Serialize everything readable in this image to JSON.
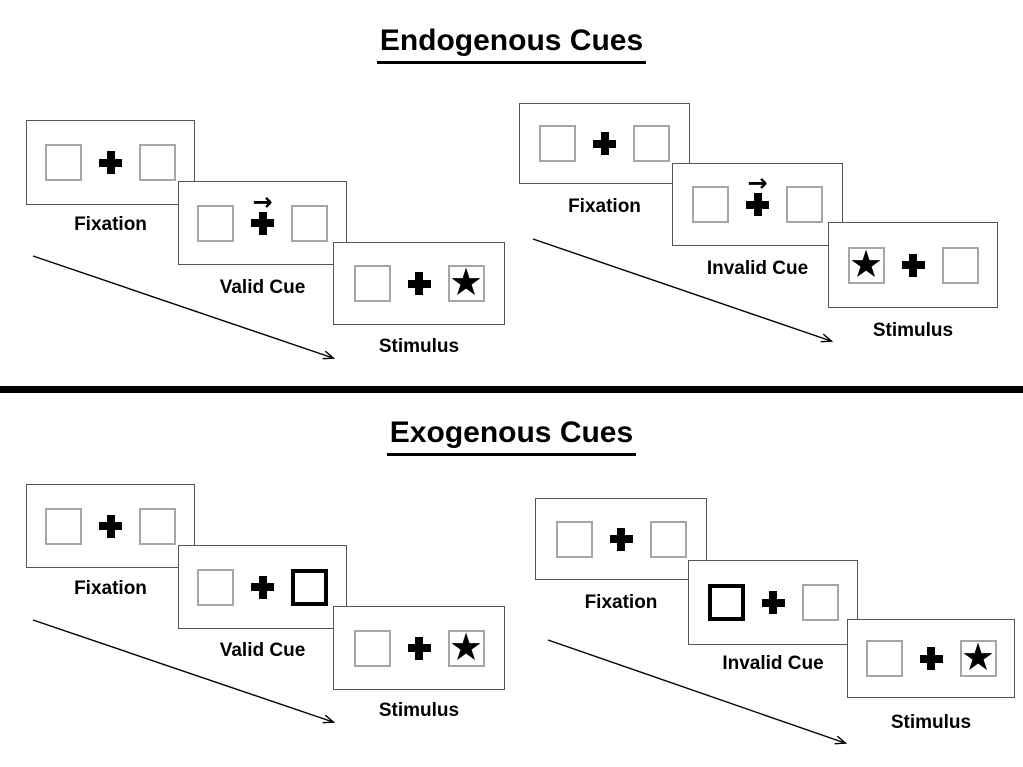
{
  "sections": [
    {
      "title": "Endogenous Cues",
      "panels": [
        {
          "name": "endogenous-valid",
          "cards": [
            {
              "label": "Fixation",
              "left_box": "empty",
              "right_box": "empty",
              "arrow_above_cross": false
            },
            {
              "label": "Valid Cue",
              "left_box": "empty",
              "right_box": "empty",
              "arrow_above_cross": true
            },
            {
              "label": "Stimulus",
              "left_box": "empty",
              "right_box": "star",
              "arrow_above_cross": false
            }
          ]
        },
        {
          "name": "endogenous-invalid",
          "cards": [
            {
              "label": "Fixation",
              "left_box": "empty",
              "right_box": "empty",
              "arrow_above_cross": false
            },
            {
              "label": "Invalid Cue",
              "left_box": "empty",
              "right_box": "empty",
              "arrow_above_cross": true
            },
            {
              "label": "Stimulus",
              "left_box": "star",
              "right_box": "empty",
              "arrow_above_cross": false
            }
          ]
        }
      ]
    },
    {
      "title": "Exogenous Cues",
      "panels": [
        {
          "name": "exogenous-valid",
          "cards": [
            {
              "label": "Fixation",
              "left_box": "empty",
              "right_box": "empty",
              "arrow_above_cross": false
            },
            {
              "label": "Valid Cue",
              "left_box": "empty",
              "right_box": "thick-outline",
              "arrow_above_cross": false
            },
            {
              "label": "Stimulus",
              "left_box": "empty",
              "right_box": "star",
              "arrow_above_cross": false
            }
          ]
        },
        {
          "name": "exogenous-invalid",
          "cards": [
            {
              "label": "Fixation",
              "left_box": "empty",
              "right_box": "empty",
              "arrow_above_cross": false
            },
            {
              "label": "Invalid Cue",
              "left_box": "thick-outline",
              "right_box": "empty",
              "arrow_above_cross": false
            },
            {
              "label": "Stimulus",
              "left_box": "empty",
              "right_box": "star",
              "arrow_above_cross": false
            }
          ]
        }
      ]
    }
  ],
  "icons": {
    "fixation_cross": "css-cross",
    "star": "★",
    "cue_direction_arrow": "→"
  },
  "colors": {
    "background": "#ffffff",
    "ink": "#000000",
    "card_border": "#555555",
    "box_border": "#a6a6a6",
    "divider": "#000000"
  }
}
